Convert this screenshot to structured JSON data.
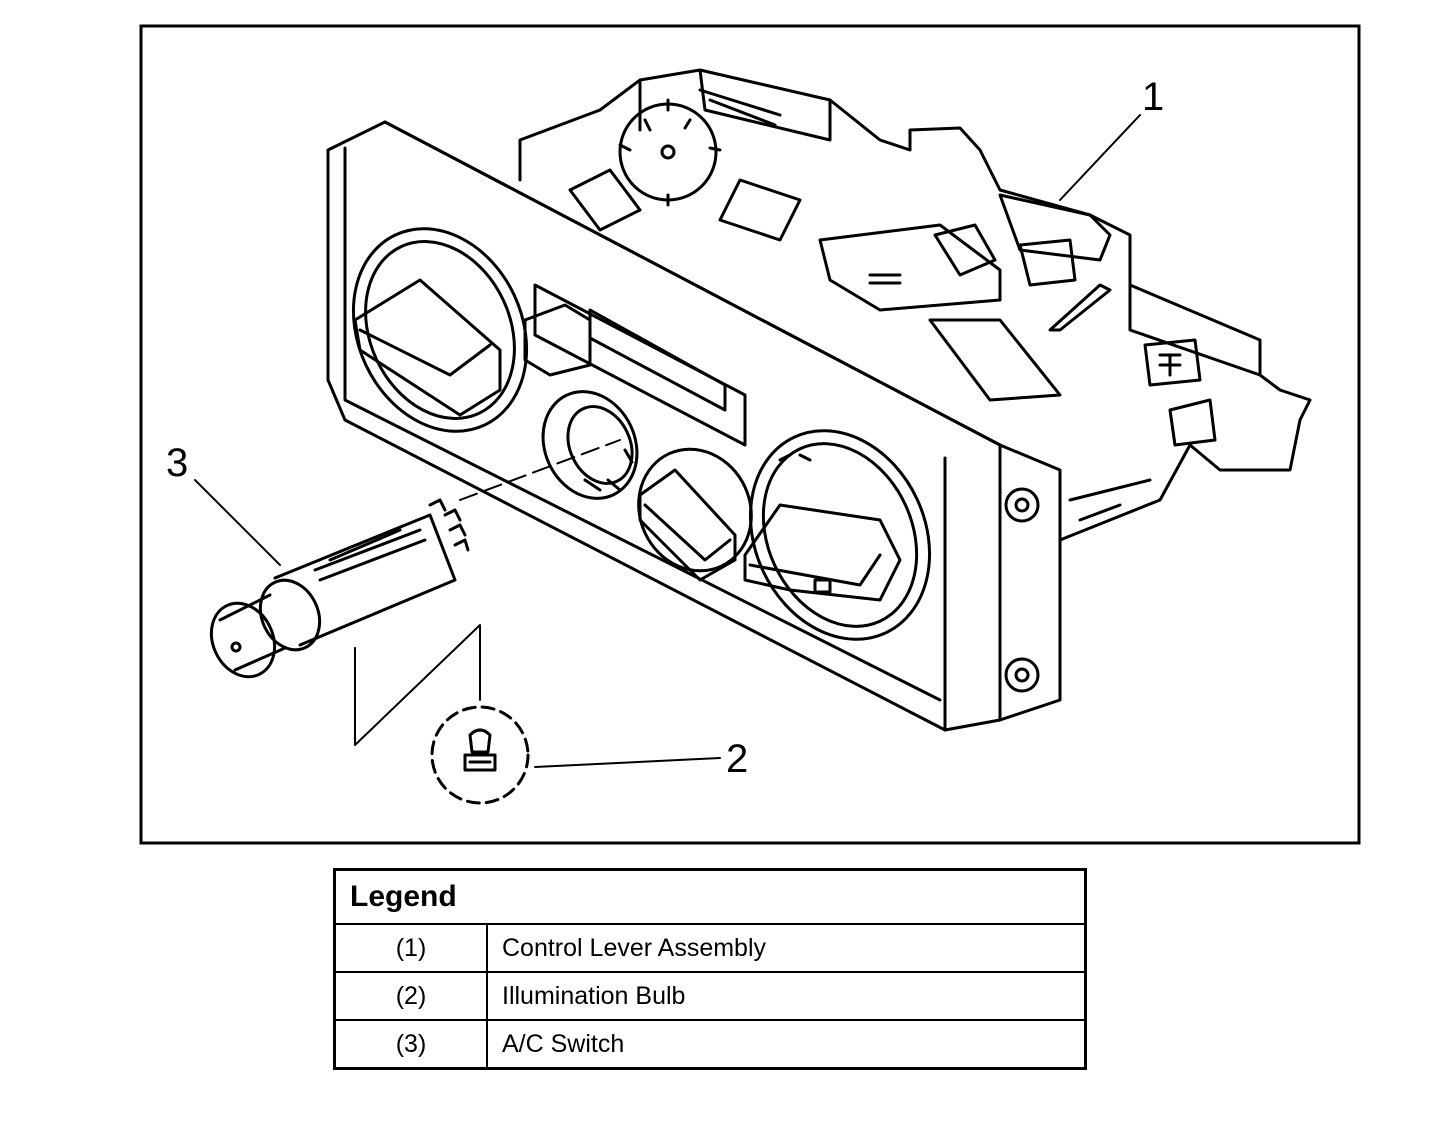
{
  "callouts": {
    "c1": "1",
    "c2": "2",
    "c3": "3"
  },
  "legend": {
    "title": "Legend",
    "items": [
      {
        "num": "(1)",
        "label": "Control Lever Assembly"
      },
      {
        "num": "(2)",
        "label": "Illumination Bulb"
      },
      {
        "num": "(3)",
        "label": "A/C Switch"
      }
    ]
  }
}
